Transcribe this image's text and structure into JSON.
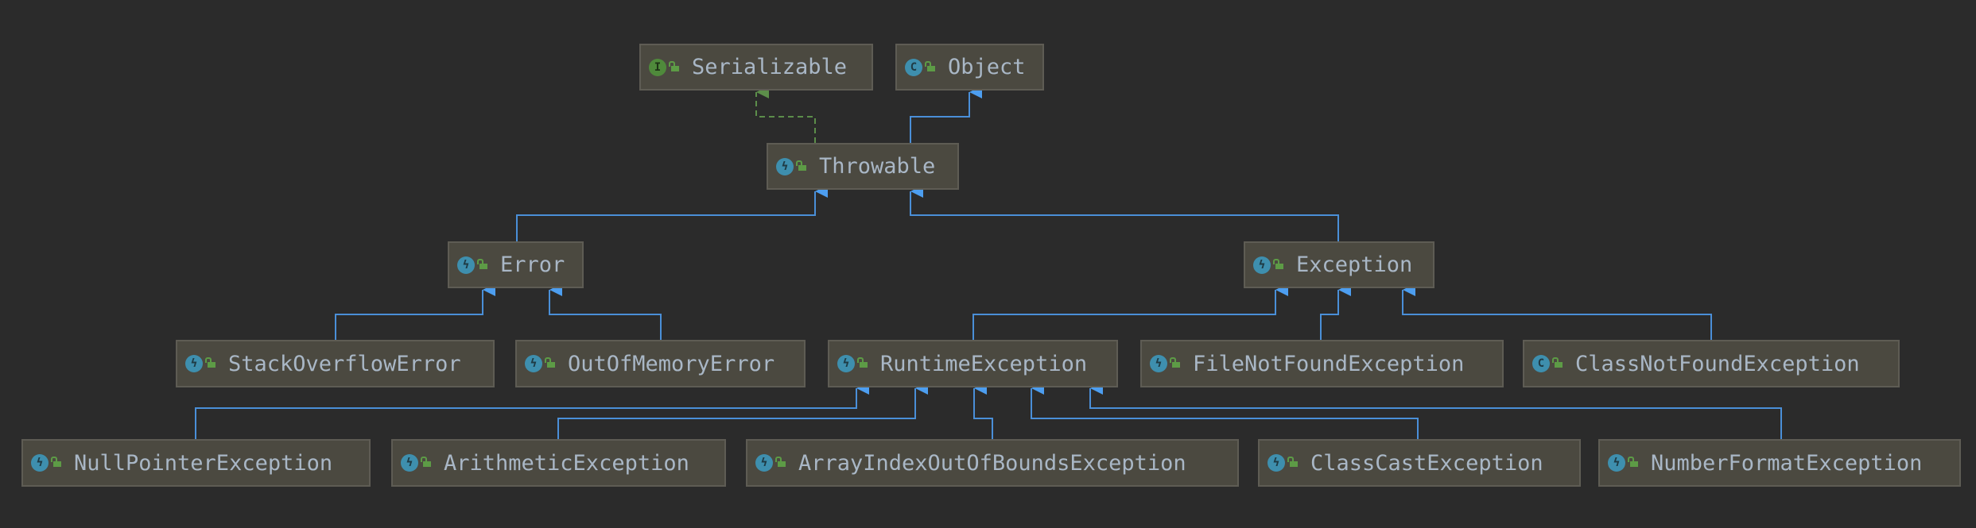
{
  "diagram": {
    "nodes": {
      "serializable": {
        "label": "Serializable",
        "kind": "interface",
        "icon": "I"
      },
      "object": {
        "label": "Object",
        "kind": "class",
        "icon": "C"
      },
      "throwable": {
        "label": "Throwable",
        "kind": "exception"
      },
      "error": {
        "label": "Error",
        "kind": "exception"
      },
      "exception": {
        "label": "Exception",
        "kind": "exception"
      },
      "stack_overflow": {
        "label": "StackOverflowError",
        "kind": "exception"
      },
      "out_of_memory": {
        "label": "OutOfMemoryError",
        "kind": "exception"
      },
      "runtime": {
        "label": "RuntimeException",
        "kind": "exception"
      },
      "file_not_found": {
        "label": "FileNotFoundException",
        "kind": "exception"
      },
      "class_not_found": {
        "label": "ClassNotFoundException",
        "kind": "class",
        "icon": "C"
      },
      "null_pointer": {
        "label": "NullPointerException",
        "kind": "exception"
      },
      "arithmetic": {
        "label": "ArithmeticException",
        "kind": "exception"
      },
      "array_index": {
        "label": "ArrayIndexOutOfBoundsException",
        "kind": "exception"
      },
      "class_cast": {
        "label": "ClassCastException",
        "kind": "exception"
      },
      "number_format": {
        "label": "NumberFormatException",
        "kind": "exception"
      }
    },
    "colors": {
      "background": "#2b2b2b",
      "extends": "#4a8fd8",
      "implements": "#5c8e4a",
      "text": "#a9b7c6"
    }
  }
}
